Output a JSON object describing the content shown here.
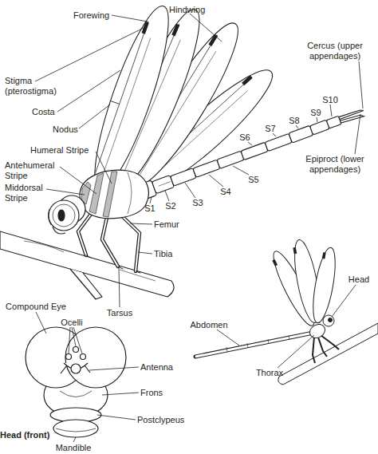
{
  "diagram": {
    "labels": [
      "Forewing",
      "Hindwing",
      "Stigma (pterostigma)",
      "Costa",
      "Nodus",
      "Humeral Stripe",
      "Antehumeral Stripe",
      "Middorsal Stripe",
      "Cercus (upper appendages)",
      "S10",
      "S9",
      "S8",
      "S7",
      "S6",
      "S5",
      "S4",
      "S3",
      "S2",
      "S1",
      "Epiproct (lower appendages)",
      "Femur",
      "Tibia",
      "Tarsus",
      "Compound Eye",
      "Ocelli",
      "Antenna",
      "Frons",
      "Postclypeus",
      "Head (front)",
      "Mandible",
      "Head",
      "Abdomen",
      "Thorax"
    ]
  }
}
